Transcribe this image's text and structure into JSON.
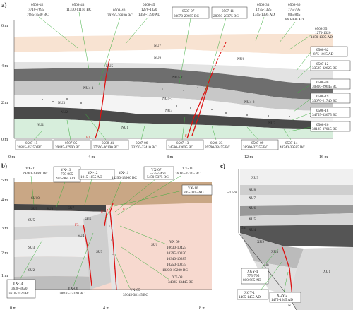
{
  "panels": {
    "a": "a)",
    "b": "b)",
    "c": "c)"
  },
  "panel_a": {
    "y_ticks": [
      "6 m",
      "4 m",
      "2 m",
      "0 m"
    ],
    "x_ticks": [
      "0 m",
      "4 m",
      "8 m",
      "12 m",
      "16 m"
    ],
    "units": [
      "NU7",
      "NU6",
      "NU5",
      "NU4-2",
      "NU4-1",
      "NU3",
      "NU2",
      "NU1",
      "NU4-2",
      "NU4-1",
      "NU3",
      "NU2",
      "NU1"
    ],
    "faults": [
      "F2",
      "F1"
    ],
    "top_samples": [
      {
        "id": "0508-42",
        "l2": "7710-7695",
        "l3": "7685-7540 BC"
      },
      {
        "id": "0508-43",
        "l2": "11370-11150 BC",
        "l3": ""
      },
      {
        "id": "0508-45",
        "l2": "1270-1320",
        "l3": "1350-1390 AD"
      },
      {
        "id": "0508-40",
        "l2": "29250-28830 BC",
        "l3": ""
      },
      {
        "id": "0507-07",
        "l2": "30870-29695 BC",
        "l3": ""
      },
      {
        "id": "0507-11",
        "l2": "28950-28375 BC",
        "l3": ""
      },
      {
        "id": "0508-33",
        "l2": "1275-1325",
        "l3": "1345-1395 AD"
      },
      {
        "id": "0508-36",
        "l2": "775-795",
        "l3": "805-845",
        "l4": "860-990 AD"
      }
    ],
    "right_samples": [
      {
        "id": "0508-35",
        "l2": "1270-1320",
        "l3": "1350-1395 AD"
      },
      {
        "id": "0508-32",
        "l2": "875-1015 AD"
      },
      {
        "id": "0507-12",
        "l2": "33525-32625 BC"
      },
      {
        "id": "0508-30",
        "l2": "30810-29645 BC"
      },
      {
        "id": "0508-19",
        "l2": "33670-21740 BC"
      },
      {
        "id": "0508-18",
        "l2": "34755-33675 BC"
      },
      {
        "id": "0508-26",
        "l2": "38185-37015 BC"
      }
    ],
    "bottom_samples": [
      {
        "id": "0507-15",
        "l2": "26815-25250 BC"
      },
      {
        "id": "0507-05",
        "l2": "39445-37990 BC"
      },
      {
        "id": "0508-41",
        "l2": "37690-36190 BC"
      },
      {
        "id": "0507-06",
        "l2": "33270-32410 BC"
      },
      {
        "id": "0507-13",
        "l2": "34590-33605 BC"
      },
      {
        "id": "0508-23",
        "l2": "39590-38455 BC"
      },
      {
        "id": "0507-09",
        "l2": "38900-37355 BC"
      },
      {
        "id": "0507-14",
        "l2": "40740-39585 BC"
      }
    ]
  },
  "panel_b": {
    "y_ticks": [
      "5 m",
      "4 m",
      "3 m",
      "2 m",
      "1 m"
    ],
    "x_ticks": [
      "0 m",
      "4 m",
      "8 m"
    ],
    "units": [
      "SU10",
      "SU9",
      "SU8",
      "SU7",
      "SU6",
      "SU5",
      "SU4",
      "SU3",
      "SU2",
      "SU1"
    ],
    "faults": [
      "F1",
      "F2",
      "F3"
    ],
    "top_samples": [
      {
        "id": "YX-01",
        "l2": "29460-29060 BC"
      },
      {
        "id": "YX-13",
        "l2": "770-905",
        "l3": "915-965 AD"
      },
      {
        "id": "YX-12",
        "l2": "1015-1155 AD"
      },
      {
        "id": "YX-11",
        "l2": "14290-13960 BC"
      },
      {
        "id": "YX-07",
        "l2": "5535-5460",
        "l3": "5450-5375 BC"
      },
      {
        "id": "YX-03",
        "l2": "16095-15715 BC"
      }
    ],
    "yx10": {
      "id": "YX-10",
      "l2": "885-1015 AD"
    },
    "yx09": {
      "id": "YX-09",
      "lines": [
        "10630-10425",
        "10395-10330",
        "10340-10285",
        "10250-10235",
        "10230-10200 BC"
      ]
    },
    "yx08": {
      "id": "YX-08",
      "l2": "34385-33445 BC"
    },
    "yx05": {
      "id": "YX-05",
      "l2": "39645-38145 BC"
    },
    "yx06": {
      "id": "YX-06",
      "l2": "38830-37320 BC"
    },
    "yx14": {
      "id": "YX-14",
      "l2": "3630-3620",
      "l3": "3610-3520 BC"
    }
  },
  "panel_c": {
    "depth": "~1.5m",
    "units": [
      "XU9",
      "XU8",
      "XU7",
      "XU6",
      "XU5",
      "XU4",
      "XU3",
      "XU2",
      "XU1"
    ],
    "markers": [
      "5m",
      "5m",
      "N"
    ],
    "samples": [
      {
        "id": "XGY-4",
        "l2": "775-795",
        "l3": "800-985 AD"
      },
      {
        "id": "XGY-1",
        "l2": "1405-1455 AD"
      },
      {
        "id": "XGY-2",
        "l2": "1475-1645 AD"
      }
    ]
  }
}
